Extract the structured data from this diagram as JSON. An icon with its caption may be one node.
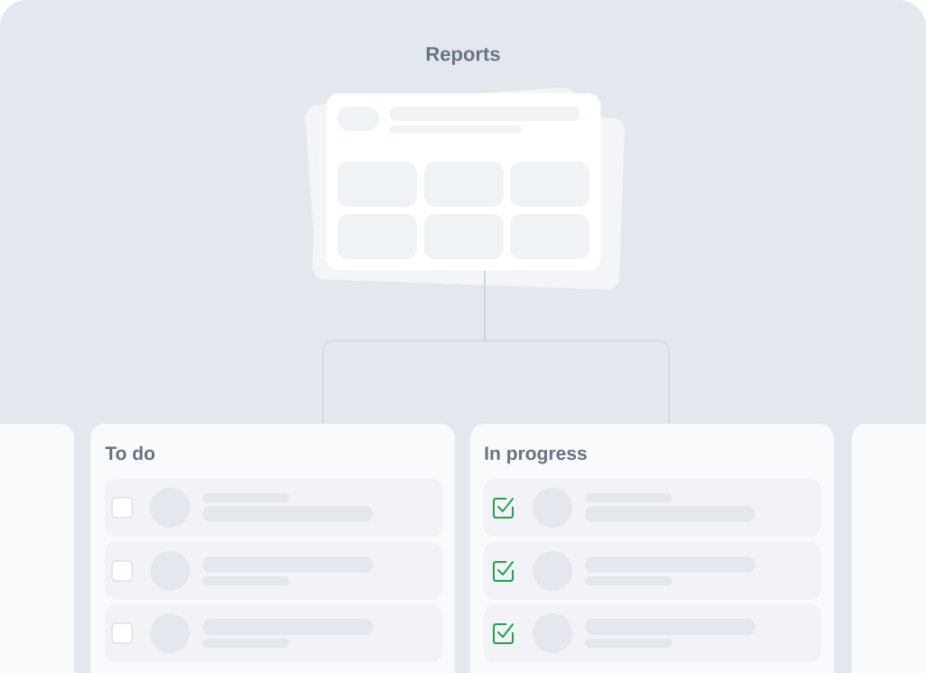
{
  "diagram": {
    "nodes": [
      {
        "text": [
          "Reports"
        ]
      },
      {
        "text": [
          "To do"
        ]
      },
      {
        "text": [
          "In progress"
        ]
      },
      {
        "text": [],
        "shape": "box"
      },
      {
        "text": [],
        "shape": "box"
      }
    ],
    "edges": [
      {
        "from": 0,
        "to": 1,
        "arrow": "none"
      },
      {
        "from": 0,
        "to": 2,
        "arrow": "none"
      }
    ]
  }
}
